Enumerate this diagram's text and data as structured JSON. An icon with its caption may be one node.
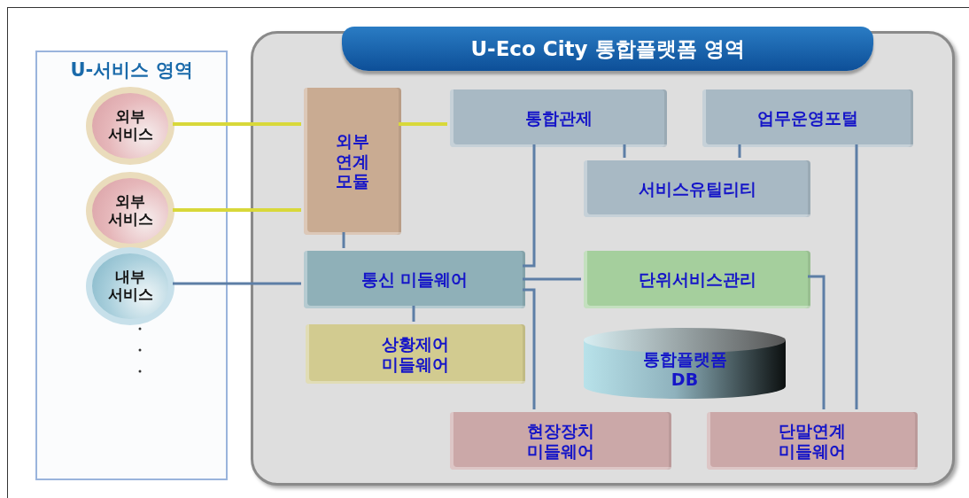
{
  "diagram": {
    "nodes": [
      {
        "text": [
          "U-서비스 영역"
        ]
      },
      {
        "text": [
          "외부 서비스"
        ],
        "in": 0
      },
      {
        "text": [
          "외부 서비스"
        ],
        "in": 0
      },
      {
        "text": [
          "내부 서비스"
        ],
        "in": 0
      },
      {
        "text": [
          "U-Eco City 통합플랫폼 영역"
        ]
      },
      {
        "text": [
          "외부 연계 모듈"
        ],
        "in": 4
      },
      {
        "text": [
          "통합관제"
        ],
        "in": 4
      },
      {
        "text": [
          "업무운영포털"
        ],
        "in": 4
      },
      {
        "text": [
          "서비스유틸리티"
        ],
        "in": 4
      },
      {
        "text": [
          "통신 미들웨어"
        ],
        "in": 4
      },
      {
        "text": [
          "단위서비스관리"
        ],
        "in": 4
      },
      {
        "text": [
          "상황제어 미들웨어"
        ],
        "in": 4
      },
      {
        "text": [
          "통합플랫폼 DB"
        ],
        "in": 4
      },
      {
        "text": [
          "현장장치 미들웨어"
        ],
        "in": 4
      },
      {
        "text": [
          "단말연계 미들웨어"
        ],
        "in": 4
      }
    ],
    "edges": [
      {
        "from": 1,
        "to": 5,
        "arrow": "none",
        "color": "#d8d83a"
      },
      {
        "from": 2,
        "to": 5,
        "arrow": "none",
        "color": "#d8d83a"
      },
      {
        "from": 5,
        "to": 6,
        "arrow": "none",
        "color": "#d8d83a"
      },
      {
        "from": 3,
        "to": 9,
        "arrow": "none"
      },
      {
        "from": 5,
        "to": 9,
        "arrow": "none"
      },
      {
        "from": 9,
        "to": 11,
        "arrow": "none"
      },
      {
        "from": 6,
        "to": 8,
        "arrow": "none"
      },
      {
        "from": 7,
        "to": 8,
        "arrow": "none"
      },
      {
        "from": 6,
        "to": 9,
        "arrow": "none"
      },
      {
        "from": 9,
        "to": 13,
        "arrow": "none"
      },
      {
        "from": 9,
        "to": 10,
        "arrow": "none"
      },
      {
        "from": 10,
        "to": 14,
        "arrow": "none"
      },
      {
        "from": 7,
        "to": 14,
        "arrow": "none"
      }
    ]
  }
}
